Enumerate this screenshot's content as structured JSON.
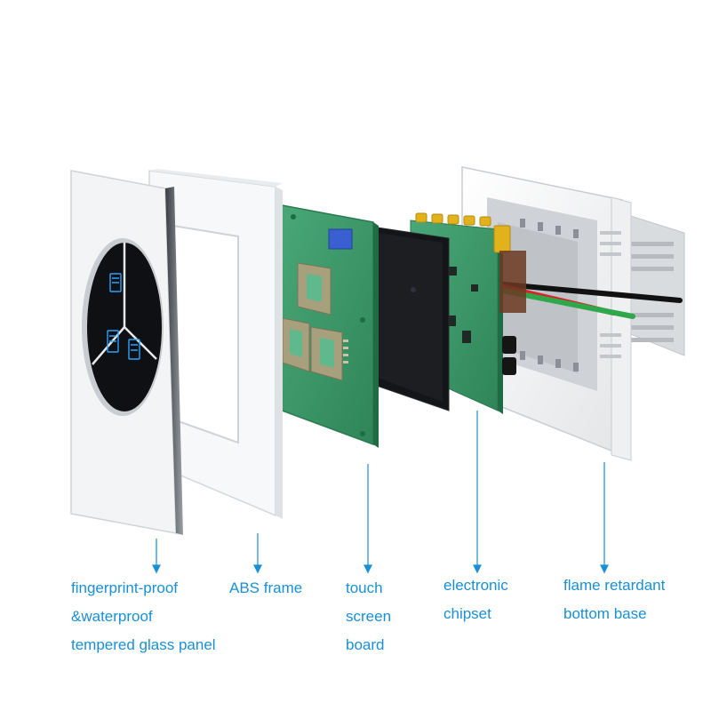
{
  "colors": {
    "accent": "#1a8fd6",
    "pcb_green": "#3f9a6c",
    "glass_black": "#0f1013",
    "panel_white": "#f4f5f6",
    "pad_tan": "#a89f7c",
    "wire_red": "#d8232a",
    "wire_green": "#2ea84a",
    "wire_black": "#111111",
    "connector_gold": "#e2b21c"
  },
  "icons": {
    "switch_segment": "wifi-icon",
    "arrow": "arrow-down-icon"
  },
  "labels": [
    {
      "id": "glass-panel",
      "lines": [
        "fingerprint-proof",
        "&waterproof",
        "tempered glass panel"
      ]
    },
    {
      "id": "abs-frame",
      "lines": [
        "ABS frame"
      ]
    },
    {
      "id": "touch-board",
      "lines": [
        "touch",
        "screen",
        "board"
      ]
    },
    {
      "id": "chipset",
      "lines": [
        "electronic",
        "chipset"
      ]
    },
    {
      "id": "bottom-base",
      "lines": [
        "flame retardant",
        "bottom base"
      ]
    }
  ]
}
